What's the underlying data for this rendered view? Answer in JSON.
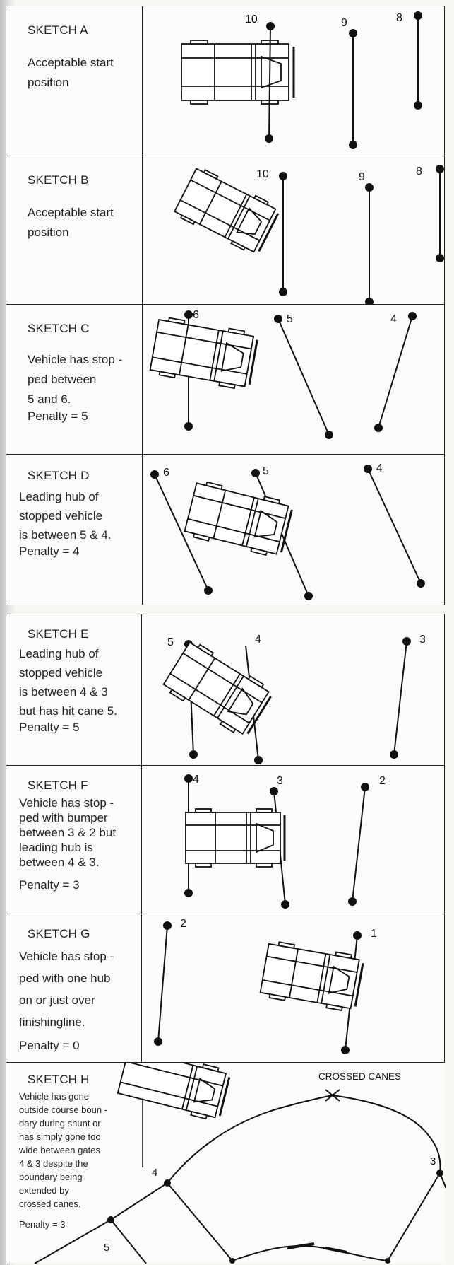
{
  "sketches": [
    {
      "title": "SKETCH A",
      "desc": "Acceptable start\nposition",
      "penalty": "",
      "canes": [
        "10",
        "9",
        "8"
      ]
    },
    {
      "title": "SKETCH B",
      "desc": "Acceptable start\nposition",
      "penalty": "",
      "canes": [
        "10",
        "9",
        "8"
      ]
    },
    {
      "title": "SKETCH C",
      "desc": "Vehicle has stop -\nped between\n5 and 6.",
      "penalty": "Penalty = 5",
      "canes": [
        "6",
        "5",
        "4"
      ]
    },
    {
      "title": "SKETCH D",
      "desc": "Leading hub of\nstopped vehicle\nis between 5 & 4.",
      "penalty": "Penalty = 4",
      "canes": [
        "6",
        "5",
        "4"
      ]
    },
    {
      "title": "SKETCH E",
      "desc": "Leading hub of\nstopped vehicle\nis between 4 & 3\nbut has hit cane 5.",
      "penalty": "Penalty = 5",
      "canes": [
        "5",
        "4",
        "3"
      ]
    },
    {
      "title": "SKETCH F",
      "desc": "Vehicle has stop -\nped with bumper\nbetween 3 & 2 but\nleading hub is\nbetween 4 & 3.",
      "penalty": "Penalty = 3",
      "canes": [
        "4",
        "3",
        "2"
      ]
    },
    {
      "title": "SKETCH G",
      "desc": "Vehicle has stop -\nped with one hub\non or just over\nfinishingline.",
      "penalty": "Penalty = 0",
      "canes": [
        "2",
        "1"
      ]
    },
    {
      "title": "SKETCH  H",
      "desc": "Vehicle has gone\noutside course boun  -\ndary during shunt or\nhas simply gone too\nwide between gates\n4 & 3 despite the\nboundary being\nextended by\ncrossed canes.",
      "penalty": "Penalty = 3",
      "canes": [
        "4",
        "3",
        "5"
      ],
      "crossed_label": "CROSSED CANES"
    }
  ]
}
